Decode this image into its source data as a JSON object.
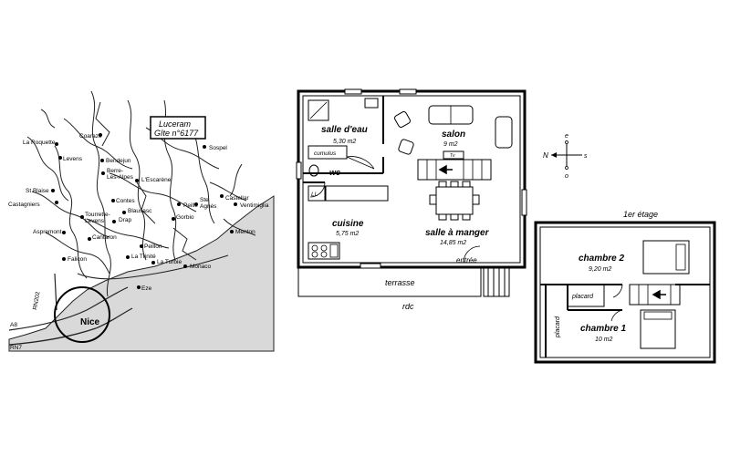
{
  "map": {
    "title_line1": "Luceram",
    "title_line2": "Gîte n°6177",
    "towns": [
      "Coaraze",
      "La Roquette",
      "Levens",
      "Bendejun",
      "Berre-",
      "Les-Alpes",
      "L'Escarène",
      "Sospel",
      "St Blaise",
      "Castagniers",
      "Contes",
      "Peille",
      "Ste",
      "Agnès",
      "Castellar",
      "Ventimiglia",
      "Tourrette-",
      "Levens",
      "Blausasc",
      "Gorbio",
      "Aspremont",
      "Drap",
      "Menton",
      "Cantaron",
      "Peillon",
      "Falicon",
      "La Trinité",
      "Monaco",
      "La Turbie",
      "Eze",
      "Nice"
    ],
    "roads": [
      "RN202",
      "A8",
      "RN7"
    ]
  },
  "plan_rdc": {
    "label": "rdc",
    "rooms": {
      "salle_deau": {
        "name": "salle d'eau",
        "area": "5,30 m2"
      },
      "salon": {
        "name": "salon",
        "area": "9 m2"
      },
      "cuisine": {
        "name": "cuisine",
        "area": "5,75 m2"
      },
      "salle_a_manger": {
        "name": "salle à manger",
        "area": "14,85 m2"
      }
    },
    "cumulus": "cumulus",
    "wc": "wc",
    "ll": "LL",
    "tv": "Tv",
    "terrasse": "terrasse",
    "entree": "entrée"
  },
  "compass": {
    "n": "N",
    "e": "e",
    "s": "s",
    "o": "o"
  },
  "plan_etage": {
    "label": "1er étage",
    "rooms": {
      "chambre2": {
        "name": "chambre 2",
        "area": "9,20 m2"
      },
      "chambre1": {
        "name": "chambre 1",
        "area": "10 m2"
      }
    },
    "placard1": "placard",
    "placard2": "placard"
  }
}
